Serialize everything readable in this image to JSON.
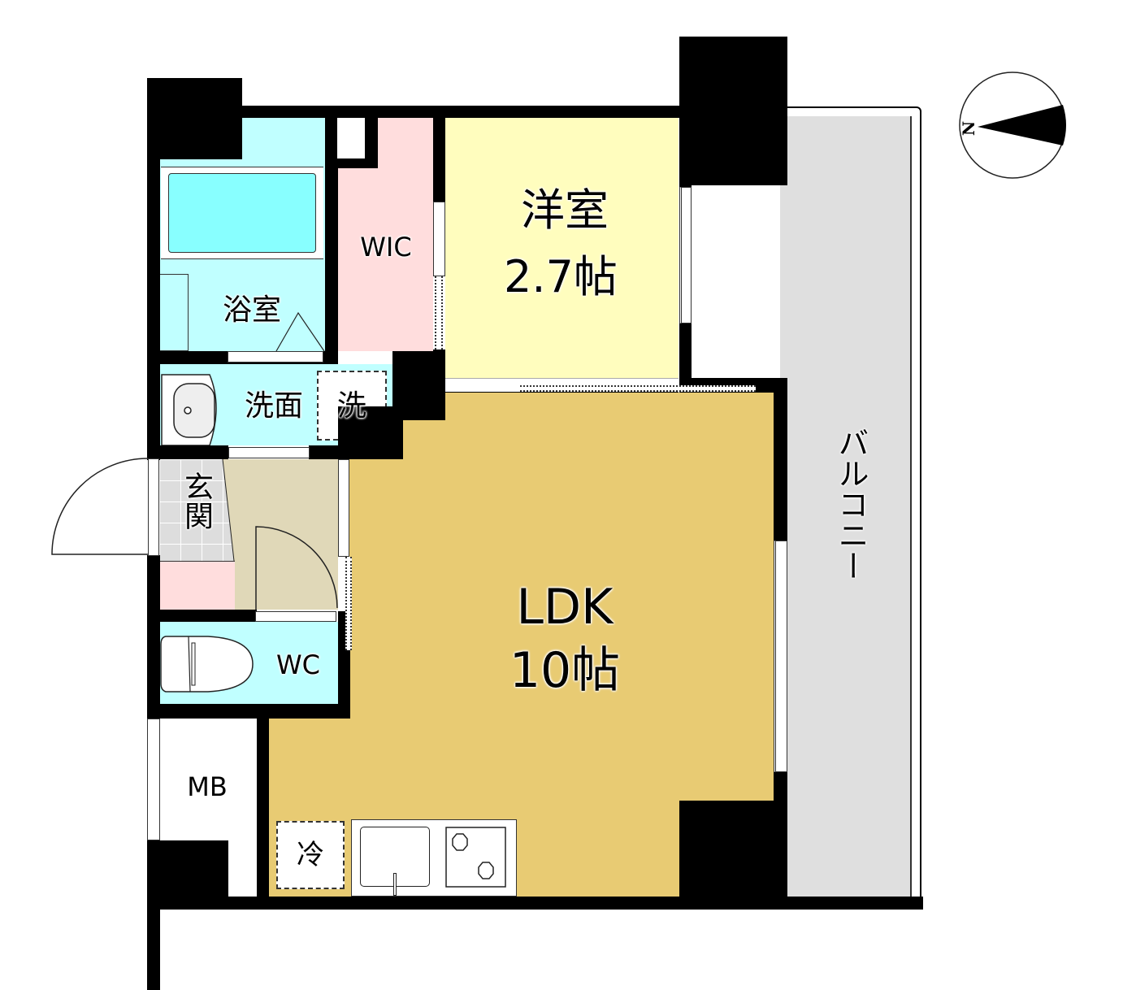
{
  "plan": {
    "rooms": {
      "western_room": {
        "name": "洋室",
        "size": "2.7帖",
        "color": "#FFFDBE"
      },
      "ldk": {
        "name": "LDK",
        "size": "10帖",
        "color": "#E8CB73"
      },
      "wic": {
        "name": "WIC",
        "color": "#FFDDDD"
      },
      "bathroom": {
        "name": "浴室",
        "color": "#C0FFFF"
      },
      "washroom": {
        "name": "洗面",
        "color": "#C0FFFF"
      },
      "washer": {
        "name": "洗"
      },
      "entrance": {
        "name": "玄関",
        "color": "#DDDDDD"
      },
      "wc": {
        "name": "WC",
        "color": "#C0FFFF"
      },
      "mb": {
        "name": "MB"
      },
      "balcony": {
        "name": "バルコニー",
        "color": "#DFDFDF"
      },
      "fridge": {
        "name": "冷"
      },
      "hallway": {
        "color": "#E0D8B8"
      }
    },
    "compass": {
      "label": "N"
    }
  }
}
